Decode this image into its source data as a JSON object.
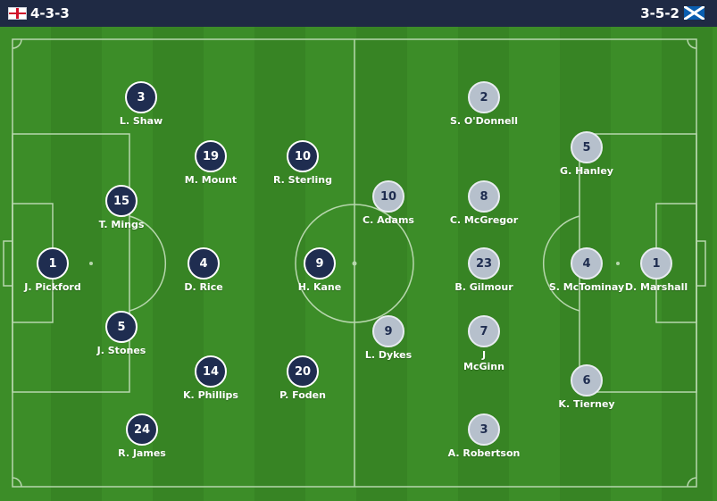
{
  "header": {
    "home_formation": "4-3-3",
    "away_formation": "3-5-2",
    "home_flag": "england-flag-icon",
    "away_flag": "scotland-flag-icon"
  },
  "colors": {
    "pitch": "#3a8a27",
    "header_bg": "#1f2a44",
    "home_chip": "#1f2d50",
    "away_chip": "#b6c0cc"
  },
  "home_players": [
    {
      "number": "1",
      "name": "J. Pickford"
    },
    {
      "number": "3",
      "name": "L. Shaw"
    },
    {
      "number": "15",
      "name": "T. Mings"
    },
    {
      "number": "5",
      "name": "J. Stones"
    },
    {
      "number": "24",
      "name": "R. James"
    },
    {
      "number": "19",
      "name": "M. Mount"
    },
    {
      "number": "4",
      "name": "D. Rice"
    },
    {
      "number": "14",
      "name": "K. Phillips"
    },
    {
      "number": "10",
      "name": "R. Sterling"
    },
    {
      "number": "9",
      "name": "H. Kane"
    },
    {
      "number": "20",
      "name": "P. Foden"
    }
  ],
  "away_players": [
    {
      "number": "1",
      "name": "D. Marshall"
    },
    {
      "number": "5",
      "name": "G. Hanley"
    },
    {
      "number": "4",
      "name": "S. McTominay"
    },
    {
      "number": "6",
      "name": "K. Tierney"
    },
    {
      "number": "2",
      "name": "S. O'Donnell"
    },
    {
      "number": "8",
      "name": "C. McGregor"
    },
    {
      "number": "23",
      "name": "B. Gilmour"
    },
    {
      "number": "7",
      "name": "J\nMcGinn"
    },
    {
      "number": "3",
      "name": "A. Robertson"
    },
    {
      "number": "10",
      "name": "C. Adams"
    },
    {
      "number": "9",
      "name": "L. Dykes"
    }
  ]
}
